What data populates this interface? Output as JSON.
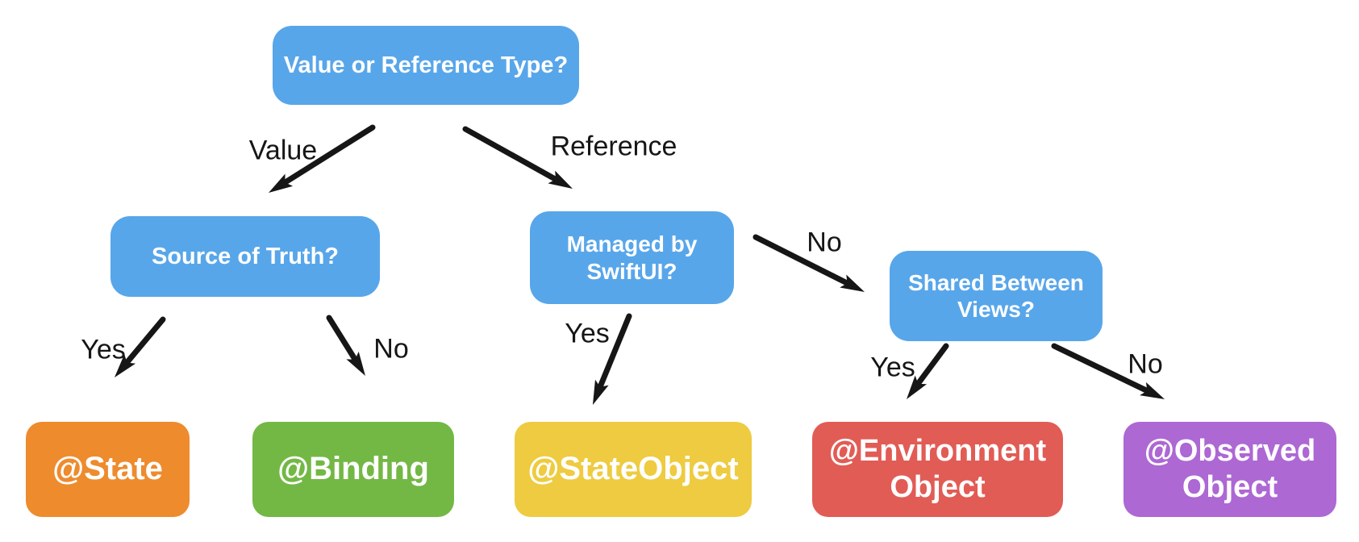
{
  "diagram_title": "",
  "colors": {
    "question_node": "#58a6ea",
    "state": "#ee8b2d",
    "binding": "#73b845",
    "state_object": "#eecb40",
    "environment_object": "#e15c55",
    "observed_object": "#ad68d4",
    "arrow": "#161616",
    "node_text": "#ffffff",
    "background": "#ffffff"
  },
  "nodes": {
    "value_or_reference": {
      "label": "Value or Reference Type?",
      "color": "#58a6ea",
      "kind": "question"
    },
    "source_of_truth": {
      "label": "Source of Truth?",
      "color": "#58a6ea",
      "kind": "question"
    },
    "managed_by_swiftui": {
      "label": "Managed by\nSwiftUI?",
      "color": "#58a6ea",
      "kind": "question"
    },
    "shared_between_views": {
      "label": "Shared Between\nViews?",
      "color": "#58a6ea",
      "kind": "question"
    },
    "state": {
      "label": "@State",
      "color": "#ee8b2d",
      "kind": "answer"
    },
    "binding": {
      "label": "@Binding",
      "color": "#73b845",
      "kind": "answer"
    },
    "state_object": {
      "label": "@StateObject",
      "color": "#eecb40",
      "kind": "answer"
    },
    "environment_object": {
      "label": "@Environment\nObject",
      "color": "#e15c55",
      "kind": "answer"
    },
    "observed_object": {
      "label": "@Observed\nObject",
      "color": "#ad68d4",
      "kind": "answer"
    }
  },
  "edge_labels": {
    "value": "Value",
    "reference": "Reference",
    "source_yes": "Yes",
    "source_no": "No",
    "managed_yes": "Yes",
    "managed_no": "No",
    "shared_yes": "Yes",
    "shared_no": "No"
  }
}
